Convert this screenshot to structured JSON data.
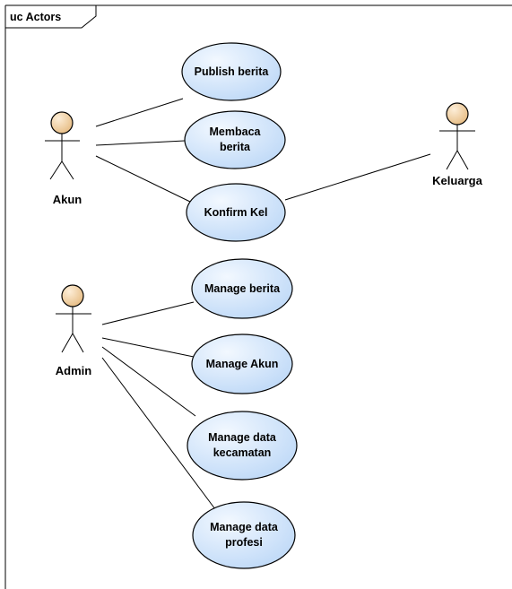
{
  "frame": {
    "title": "uc Actors"
  },
  "actors": {
    "akun": {
      "label": "Akun"
    },
    "keluarga": {
      "label": "Keluarga"
    },
    "admin": {
      "label": "Admin"
    }
  },
  "use_cases": {
    "publish_berita": {
      "lines": [
        "Publish berita"
      ]
    },
    "membaca_berita": {
      "lines": [
        "Membaca",
        "berita"
      ]
    },
    "konfirm_kel": {
      "lines": [
        "Konfirm Kel"
      ]
    },
    "manage_berita": {
      "lines": [
        "Manage berita"
      ]
    },
    "manage_akun": {
      "lines": [
        "Manage Akun"
      ]
    },
    "manage_data_kecamatan": {
      "lines": [
        "Manage data",
        "kecamatan"
      ]
    },
    "manage_data_profesi": {
      "lines": [
        "Manage data",
        "profesi"
      ]
    }
  },
  "colors": {
    "usecase_fill_light": "#eaf3ff",
    "usecase_fill_dark": "#c3dcf8",
    "actor_head_light": "#fbe6c7",
    "actor_head_dark": "#e9bf85"
  }
}
